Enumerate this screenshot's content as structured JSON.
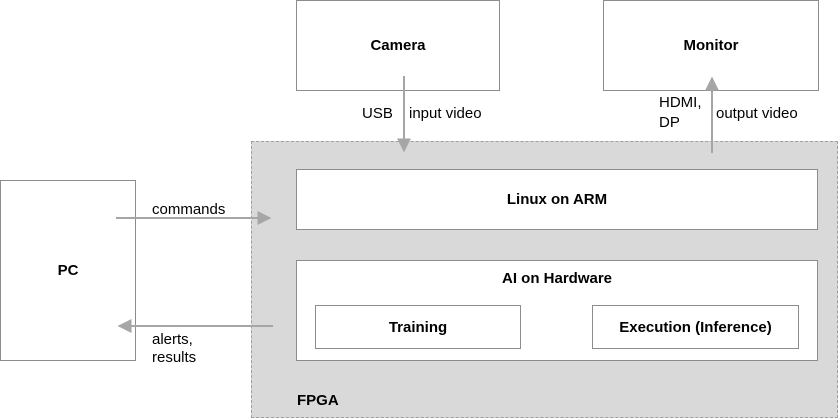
{
  "nodes": {
    "camera": "Camera",
    "monitor": "Monitor",
    "pc": "PC",
    "linux": "Linux on ARM",
    "ai": "AI on Hardware",
    "training": "Training",
    "execution": "Execution (Inference)",
    "fpga": "FPGA"
  },
  "edges": {
    "usb": "USB",
    "input_video": "input video",
    "hdmi_line1": "HDMI,",
    "hdmi_line2": "DP",
    "output_video": "output video",
    "commands": "commands",
    "alerts_line1": "alerts,",
    "alerts_line2": "results"
  },
  "colors": {
    "arrow": "#a6a6a6",
    "fpga_fill": "#d9d9d9",
    "box_border": "#8c8c8c"
  }
}
